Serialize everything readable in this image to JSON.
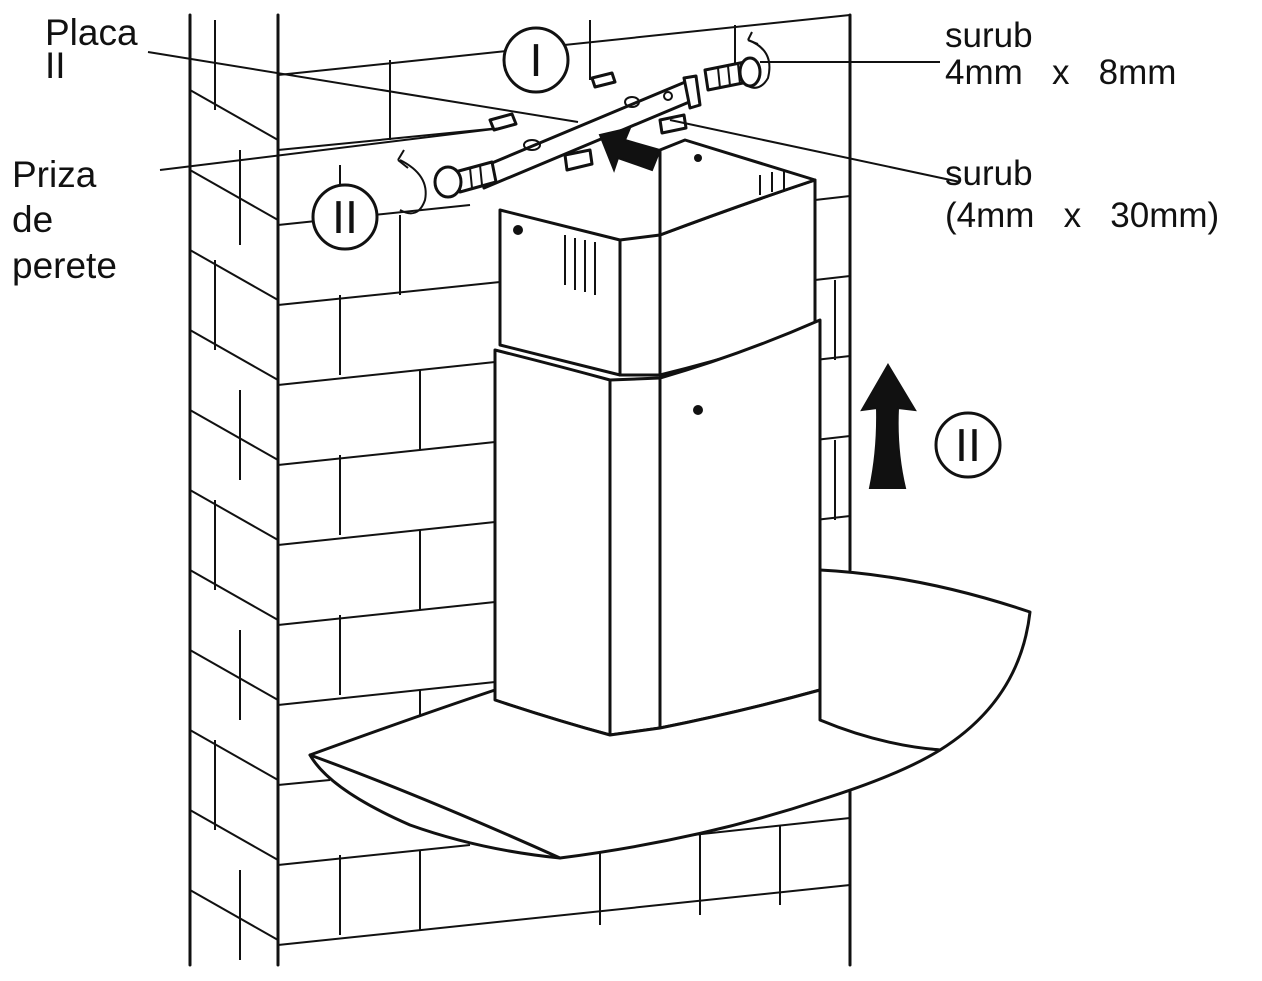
{
  "labels": {
    "placa_line1": "Placa",
    "placa_line2": "II",
    "priza_line1": "Priza",
    "priza_line2": "de",
    "priza_line3": "perete",
    "screw_small_line1": "surub",
    "screw_small_line2": "4mm   x   8mm",
    "screw_large_line1": "surub",
    "screw_large_line2": "(4mm   x   30mm)"
  },
  "step_marks": {
    "step_one": "I",
    "step_two_left": "II",
    "step_two_right": "II"
  },
  "colors": {
    "line": "#111111",
    "background": "#ffffff",
    "arrow": "#111111"
  },
  "icons": {
    "rotation": "rotate-arrow-icon",
    "insert": "insert-arrow-icon",
    "lift": "up-arrow-icon"
  }
}
